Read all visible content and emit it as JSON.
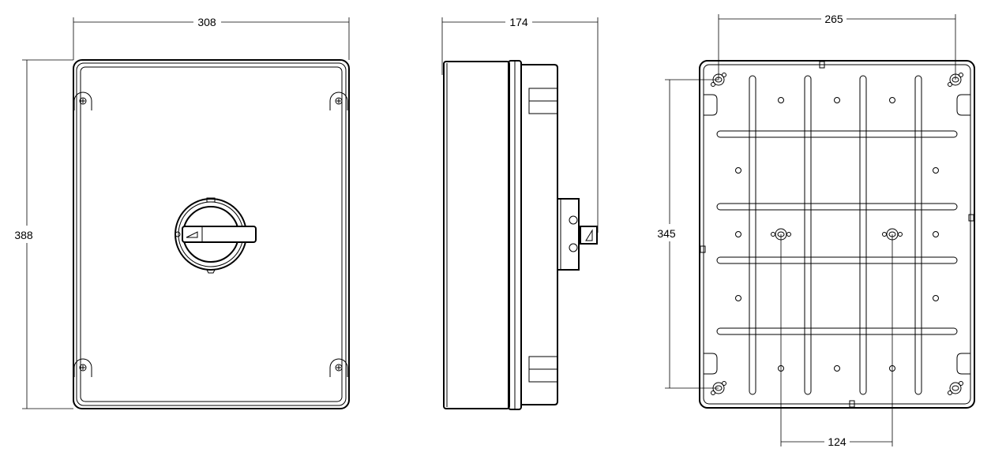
{
  "drawing": {
    "views": [
      "front",
      "side",
      "rear"
    ],
    "units": "mm",
    "line_color": "#000000"
  },
  "dimensions": {
    "front_width": "308",
    "front_height": "388",
    "side_depth": "174",
    "rear_hole_width": "265",
    "rear_hole_height": "345",
    "rear_center_holes": "124"
  }
}
